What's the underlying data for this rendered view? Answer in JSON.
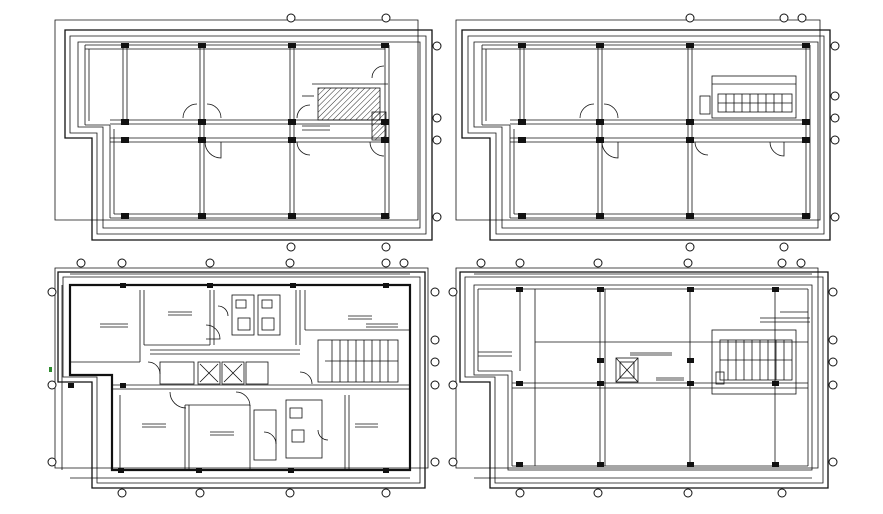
{
  "drawing": {
    "panels": [
      {
        "id": "top-left-plan",
        "kind": "structural-column-layout",
        "has_stair_hatch": true
      },
      {
        "id": "top-right-plan",
        "kind": "structural-column-layout",
        "has_stair": true
      },
      {
        "id": "bottom-left-plan",
        "kind": "furnished-floor-plan",
        "has_stair": true
      },
      {
        "id": "bottom-right-plan",
        "kind": "roof-plan",
        "has_stair": true
      }
    ],
    "colors": {
      "ink": "#111111",
      "paper": "#ffffff",
      "marker": "#2e8b2e"
    }
  }
}
